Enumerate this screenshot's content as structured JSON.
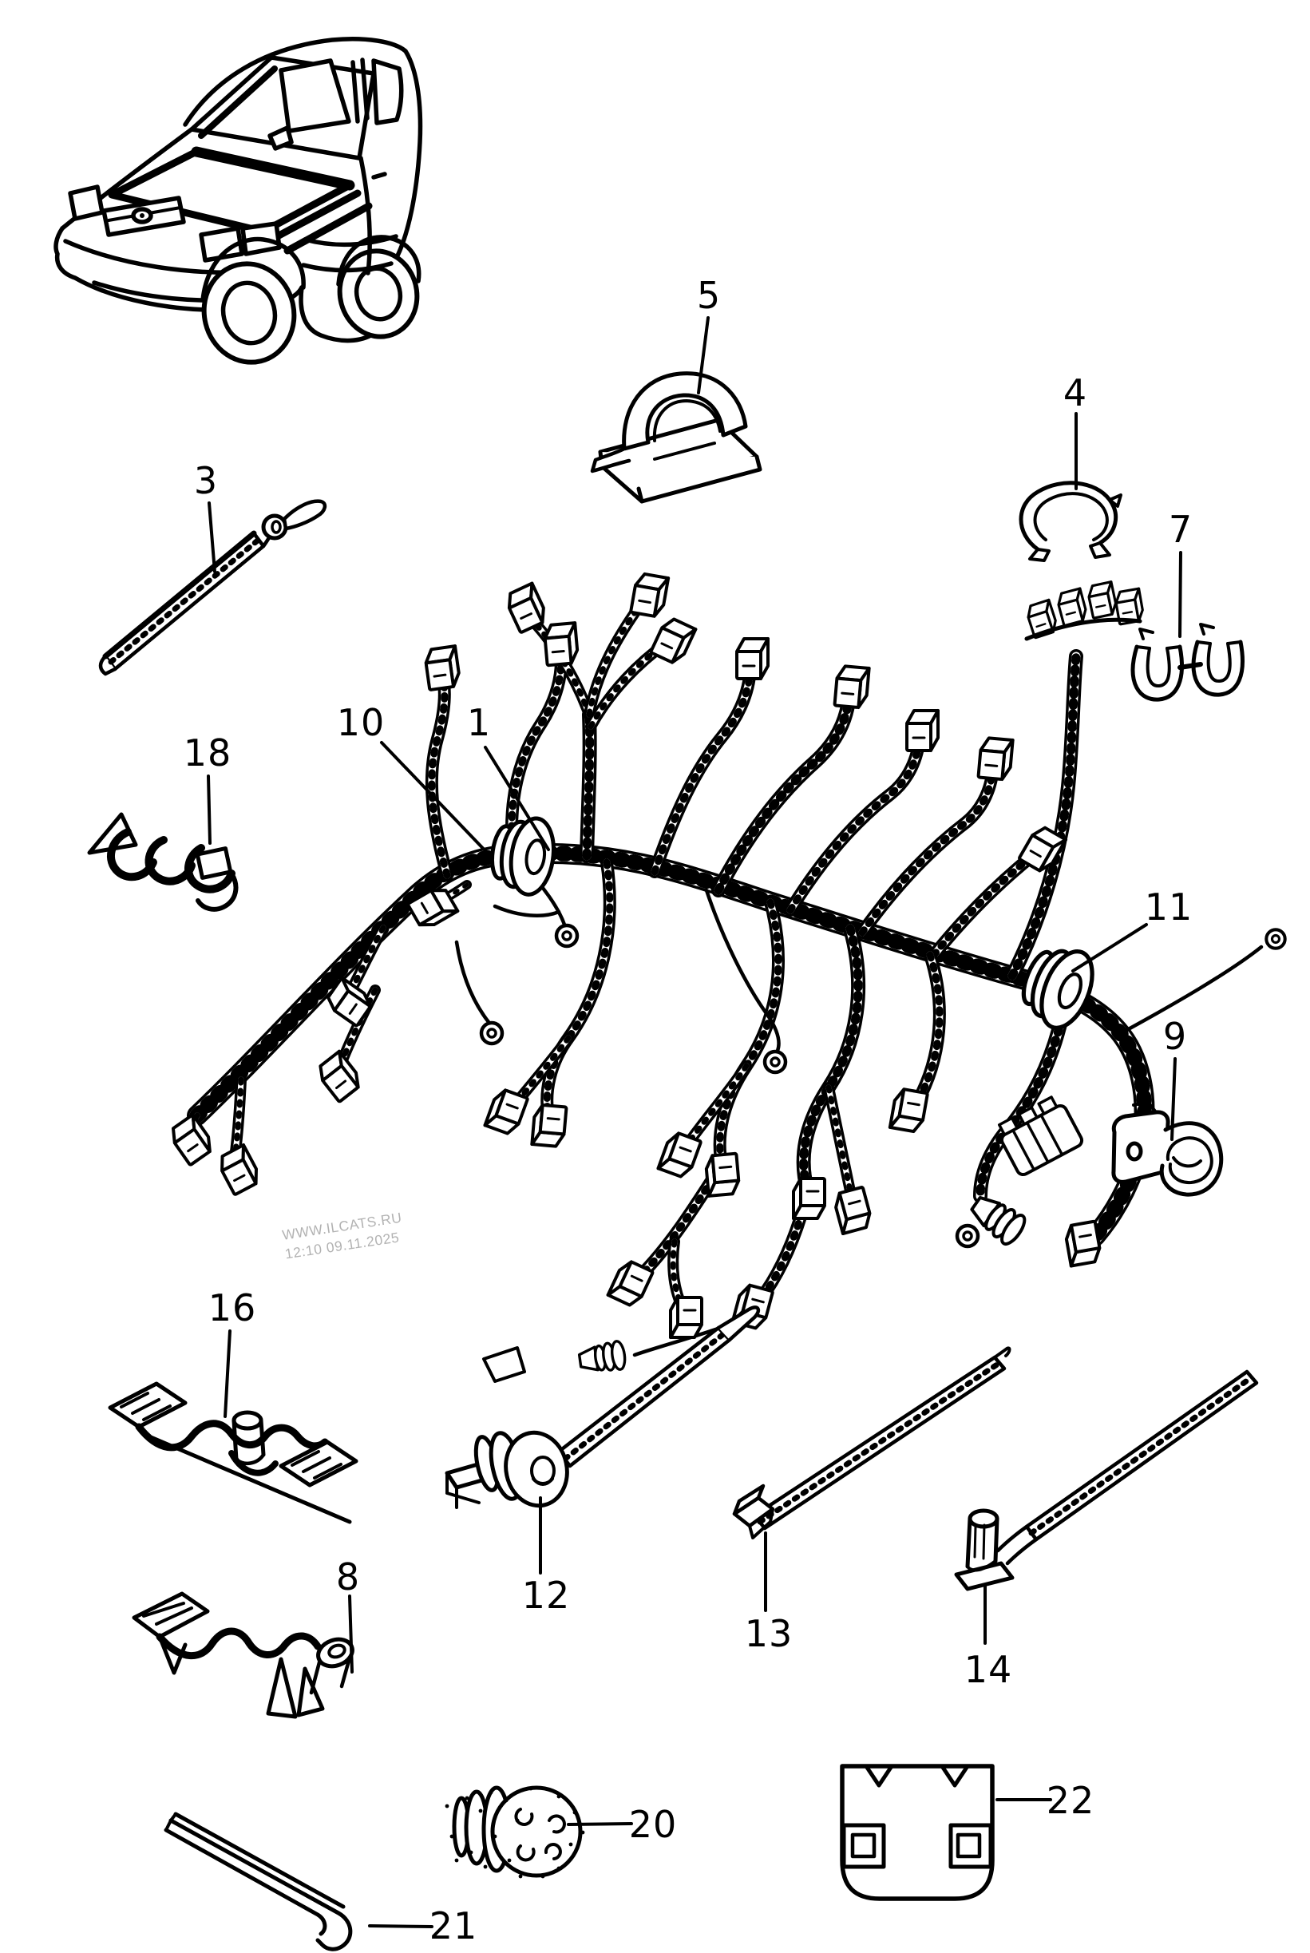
{
  "diagram": {
    "background_color": "#ffffff",
    "ink_color": "#000000",
    "watermark": {
      "line1": "WWW.ILCATS.RU",
      "line2": "12:10 09.11.2025",
      "color": "#b2b2b2"
    },
    "callouts": {
      "n1": "1",
      "n3": "3",
      "n4": "4",
      "n5": "5",
      "n7": "7",
      "n8": "8",
      "n9": "9",
      "n10": "10",
      "n11": "11",
      "n12": "12",
      "n13": "13",
      "n14": "14",
      "n16": "16",
      "n18": "18",
      "n20": "20",
      "n21": "21",
      "n22": "22"
    }
  }
}
